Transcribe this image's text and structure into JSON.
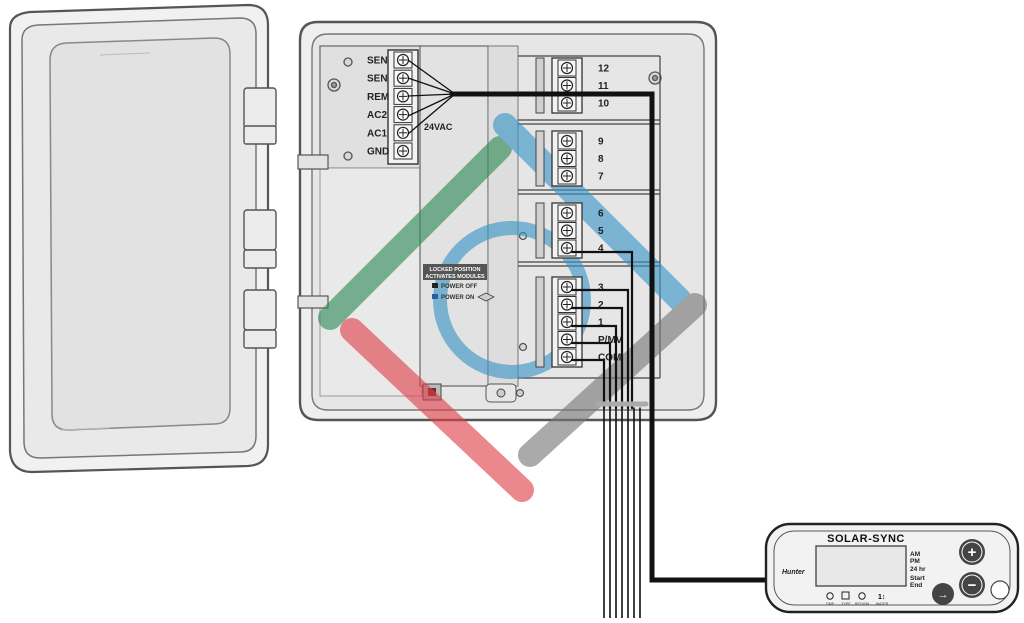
{
  "controller": {
    "terminals": [
      "SEN",
      "SEN",
      "REM",
      "AC2",
      "AC1",
      "GND"
    ],
    "voltage_label": "24VAC",
    "zones_top": [
      "12",
      "11",
      "10"
    ],
    "zones_mid": [
      "9",
      "8",
      "7"
    ],
    "zones_mid2": [
      "6",
      "5",
      "4"
    ],
    "zones_bottom": [
      "3",
      "2",
      "1",
      "P/MV",
      "COM"
    ],
    "lock_label_1": "LOCKED POSITION",
    "lock_label_2": "ACTIVATES MODULES",
    "power_off": "POWER OFF",
    "power_on": "POWER ON"
  },
  "sensor": {
    "title": "SOLAR-SYNC",
    "brand": "Hunter",
    "time_labels": [
      "AM",
      "PM",
      "24 hr",
      "Start",
      "End"
    ],
    "icon_labels": [
      "TIME",
      "TYPE",
      "REGION",
      "WATER"
    ],
    "plus_symbol": "+",
    "minus_symbol": "−",
    "arrow_symbol": "→"
  },
  "colors": {
    "watermark_green": "#2e8b57",
    "watermark_blue": "#3a94c8",
    "watermark_red": "#e0404a",
    "watermark_gray": "#777777",
    "wire": "#111111"
  }
}
